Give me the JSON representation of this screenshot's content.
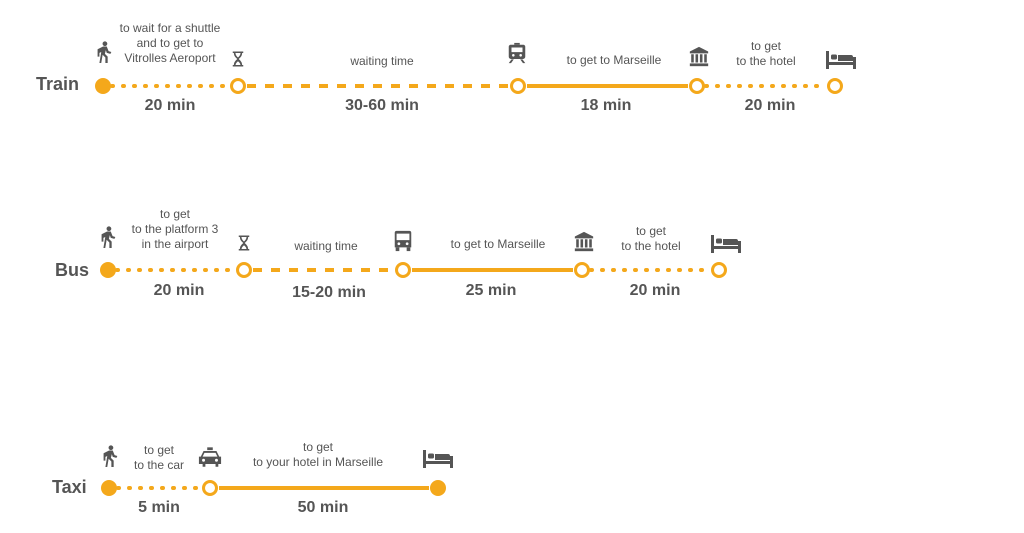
{
  "colors": {
    "accent": "#f4a81b",
    "text": "#555555",
    "icon": "#555555"
  },
  "routes": [
    {
      "mode": "Train",
      "steps": [
        {
          "description": "to wait for a shuttle\nand to get to\nVitrolles Aeroport",
          "duration": "20 min",
          "line": "dotted",
          "icon": "walk-icon"
        },
        {
          "description": "waiting time",
          "duration": "30-60 min",
          "line": "dashed",
          "icon": "hourglass-icon"
        },
        {
          "description": "to get to Marseille",
          "duration": "18 min",
          "line": "solid",
          "icon": "train-icon"
        },
        {
          "description": "to get\nto the hotel",
          "duration": "20 min",
          "line": "dotted",
          "icon": "museum-icon"
        }
      ],
      "end_icon": "bed-icon"
    },
    {
      "mode": "Bus",
      "steps": [
        {
          "description": "to get\nto the platform 3\nin the airport",
          "duration": "20 min",
          "line": "dotted",
          "icon": "walk-icon"
        },
        {
          "description": "waiting time",
          "duration": "15-20 min",
          "line": "dashed",
          "icon": "hourglass-icon"
        },
        {
          "description": "to get to Marseille",
          "duration": "25 min",
          "line": "solid",
          "icon": "bus-icon"
        },
        {
          "description": "to get\nto the hotel",
          "duration": "20 min",
          "line": "dotted",
          "icon": "museum-icon"
        }
      ],
      "end_icon": "bed-icon"
    },
    {
      "mode": "Taxi",
      "steps": [
        {
          "description": "to get\nto the car",
          "duration": "5 min",
          "line": "dotted",
          "icon": "walk-icon"
        },
        {
          "description": "to get\nto your hotel in Marseille",
          "duration": "50 min",
          "line": "solid",
          "icon": "taxi-icon"
        }
      ],
      "end_icon": "bed-icon"
    }
  ]
}
